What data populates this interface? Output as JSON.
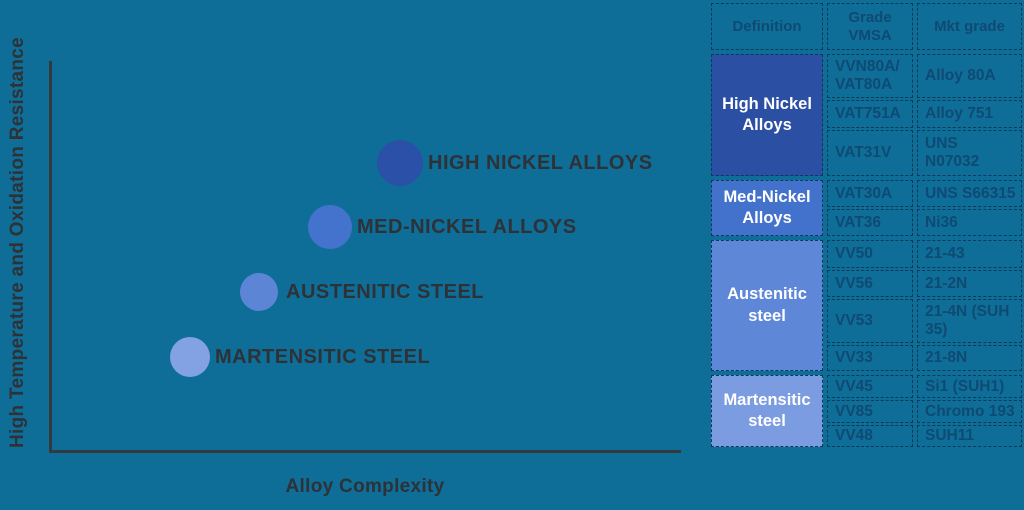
{
  "colors": {
    "background": "#0e6e98",
    "axis": "#333a3f",
    "chart_text": "#2e3237",
    "table_text": "#0e4a73",
    "table_border": "#0a3a59"
  },
  "chart": {
    "ylabel": "High Temperature and Oxidation Resistance",
    "xlabel": "Alloy Complexity",
    "points": [
      {
        "label": "HIGH NICKEL ALLOYS",
        "color": "#2a51a7"
      },
      {
        "label": "MED-NICKEL ALLOYS",
        "color": "#4473ce"
      },
      {
        "label": "AUSTENITIC STEEL",
        "color": "#5c85d6"
      },
      {
        "label": "MARTENSITIC STEEL",
        "color": "#82a2e3"
      }
    ]
  },
  "chart_data": {
    "type": "scatter",
    "title": "",
    "xlabel": "Alloy Complexity",
    "ylabel": "High Temperature and Oxidation Resistance",
    "axis_ticks": "none (qualitative conceptual axes, no gridlines)",
    "legend_position": "labels beside bubbles",
    "points": [
      {
        "label": "MARTENSITIC STEEL",
        "x": 1,
        "y": 1,
        "color": "#82a2e3"
      },
      {
        "label": "AUSTENITIC STEEL",
        "x": 2,
        "y": 2,
        "color": "#5c85d6"
      },
      {
        "label": "MED-NICKEL ALLOYS",
        "x": 3,
        "y": 3,
        "color": "#4473ce"
      },
      {
        "label": "HIGH NICKEL ALLOYS",
        "x": 4,
        "y": 4,
        "color": "#2a51a7"
      }
    ],
    "xlim": [
      0,
      5
    ],
    "ylim": [
      0,
      5
    ]
  },
  "table": {
    "headers": [
      "Definition",
      "Grade VMSA",
      "Mkt grade"
    ],
    "groups": [
      {
        "definition": "High Nickel Alloys",
        "color": "#2b4fa3",
        "rows": [
          {
            "grade": "VVN80A/ VAT80A",
            "mkt": "Alloy 80A"
          },
          {
            "grade": "VAT751A",
            "mkt": "Alloy 751"
          },
          {
            "grade": "VAT31V",
            "mkt": "UNS\nN07032"
          }
        ]
      },
      {
        "definition": "Med-Nickel Alloys",
        "color": "#4372cd",
        "rows": [
          {
            "grade": "VAT30A",
            "mkt": "UNS S66315"
          },
          {
            "grade": "VAT36",
            "mkt": "Ni36"
          }
        ]
      },
      {
        "definition": "Austenitic steel",
        "color": "#5f87d8",
        "rows": [
          {
            "grade": "VV50",
            "mkt": "21-43"
          },
          {
            "grade": "VV56",
            "mkt": "21-2N"
          },
          {
            "grade": "VV53",
            "mkt": "21-4N (SUH 35)"
          },
          {
            "grade": "VV33",
            "mkt": "21-8N"
          }
        ]
      },
      {
        "definition": "Martensitic steel",
        "color": "#7b9ce1",
        "rows": [
          {
            "grade": "VV45",
            "mkt": "Si1 (SUH1)"
          },
          {
            "grade": "VV85",
            "mkt": "Chromo 193"
          },
          {
            "grade": "VV48",
            "mkt": "SUH11"
          }
        ]
      }
    ]
  }
}
